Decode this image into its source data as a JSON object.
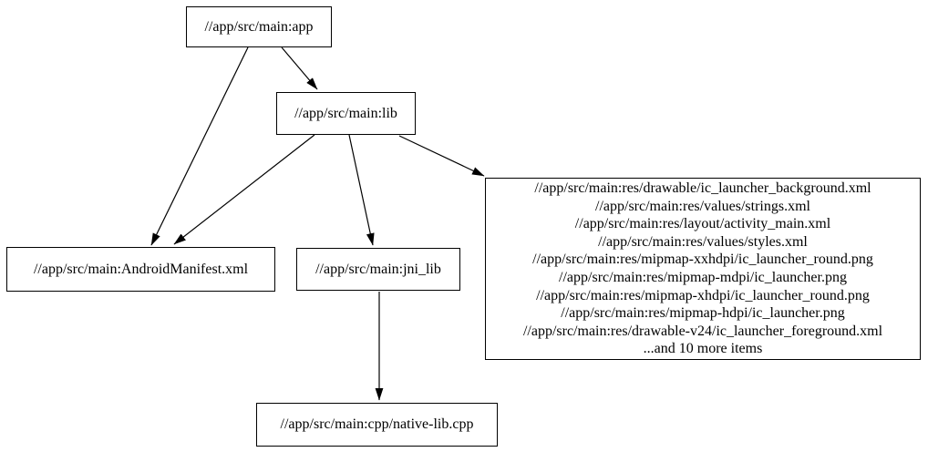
{
  "diagram": {
    "type": "dependency-graph",
    "background_color": "#ffffff",
    "node_border_color": "#000000",
    "node_fill_color": "#ffffff",
    "edge_color": "#000000",
    "nodes": {
      "app": {
        "label": "//app/src/main:app"
      },
      "lib": {
        "label": "//app/src/main:lib"
      },
      "android_manifest": {
        "label": "//app/src/main:AndroidManifest.xml"
      },
      "jni_lib": {
        "label": "//app/src/main:jni_lib"
      },
      "res_group": {
        "lines": [
          "//app/src/main:res/drawable/ic_launcher_background.xml",
          "//app/src/main:res/values/strings.xml",
          "//app/src/main:res/layout/activity_main.xml",
          "//app/src/main:res/values/styles.xml",
          "//app/src/main:res/mipmap-xxhdpi/ic_launcher_round.png",
          "//app/src/main:res/mipmap-mdpi/ic_launcher.png",
          "//app/src/main:res/mipmap-xhdpi/ic_launcher_round.png",
          "//app/src/main:res/mipmap-hdpi/ic_launcher.png",
          "//app/src/main:res/drawable-v24/ic_launcher_foreground.xml",
          "...and 10 more items"
        ]
      },
      "native_lib": {
        "label": "//app/src/main:cpp/native-lib.cpp"
      }
    },
    "edges": [
      {
        "from": "app",
        "to": "lib"
      },
      {
        "from": "app",
        "to": "android_manifest"
      },
      {
        "from": "lib",
        "to": "android_manifest"
      },
      {
        "from": "lib",
        "to": "jni_lib"
      },
      {
        "from": "lib",
        "to": "res_group"
      },
      {
        "from": "jni_lib",
        "to": "native_lib"
      }
    ]
  }
}
